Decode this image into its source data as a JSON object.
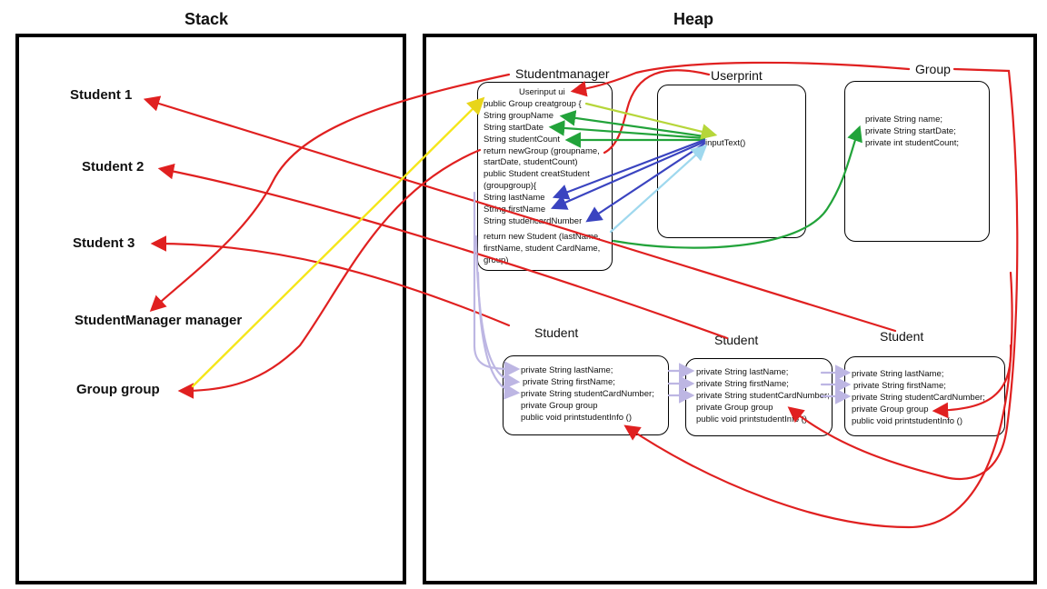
{
  "titles": {
    "stack": "Stack",
    "heap": "Heap"
  },
  "stack_vars": [
    "Student 1",
    "Student 2",
    "Student 3",
    "StudentManager manager",
    "Group group"
  ],
  "labels": {
    "studentmanager": "Studentmanager",
    "userprint": "Userprint",
    "group": "Group",
    "student_a": "Student",
    "student_b": "Student",
    "student_c": "Student"
  },
  "studentmanager_lines": [
    "Userinput ui",
    "public Group creatgroup {",
    "String groupName",
    "String startDate",
    "String studentCount",
    "return newGroup (groupname,",
    "startDate, studentCount)",
    "public Student creatStudent",
    "(groupgroup){",
    "String lastName",
    "String firstName",
    "String studencardNumber",
    "return new Student (lastName,",
    "firstName, student CardName,",
    "group)"
  ],
  "userprint_lines": [
    "inputText()"
  ],
  "group_lines": [
    "private String name;",
    "private String startDate;",
    "private int studentCount;"
  ],
  "student_lines": [
    "private String lastName;",
    "private String firstName;",
    "private String studentCardNumber;",
    "private Group group",
    "public void printstudentInfo ()"
  ],
  "colors": {
    "red": "#e02020",
    "yellow": "#f5e61a",
    "green": "#22a33a",
    "lime": "#b6d63a",
    "blue": "#3a44c0",
    "lightblue": "#9fd8ee",
    "lavender": "#bdb6e3"
  }
}
